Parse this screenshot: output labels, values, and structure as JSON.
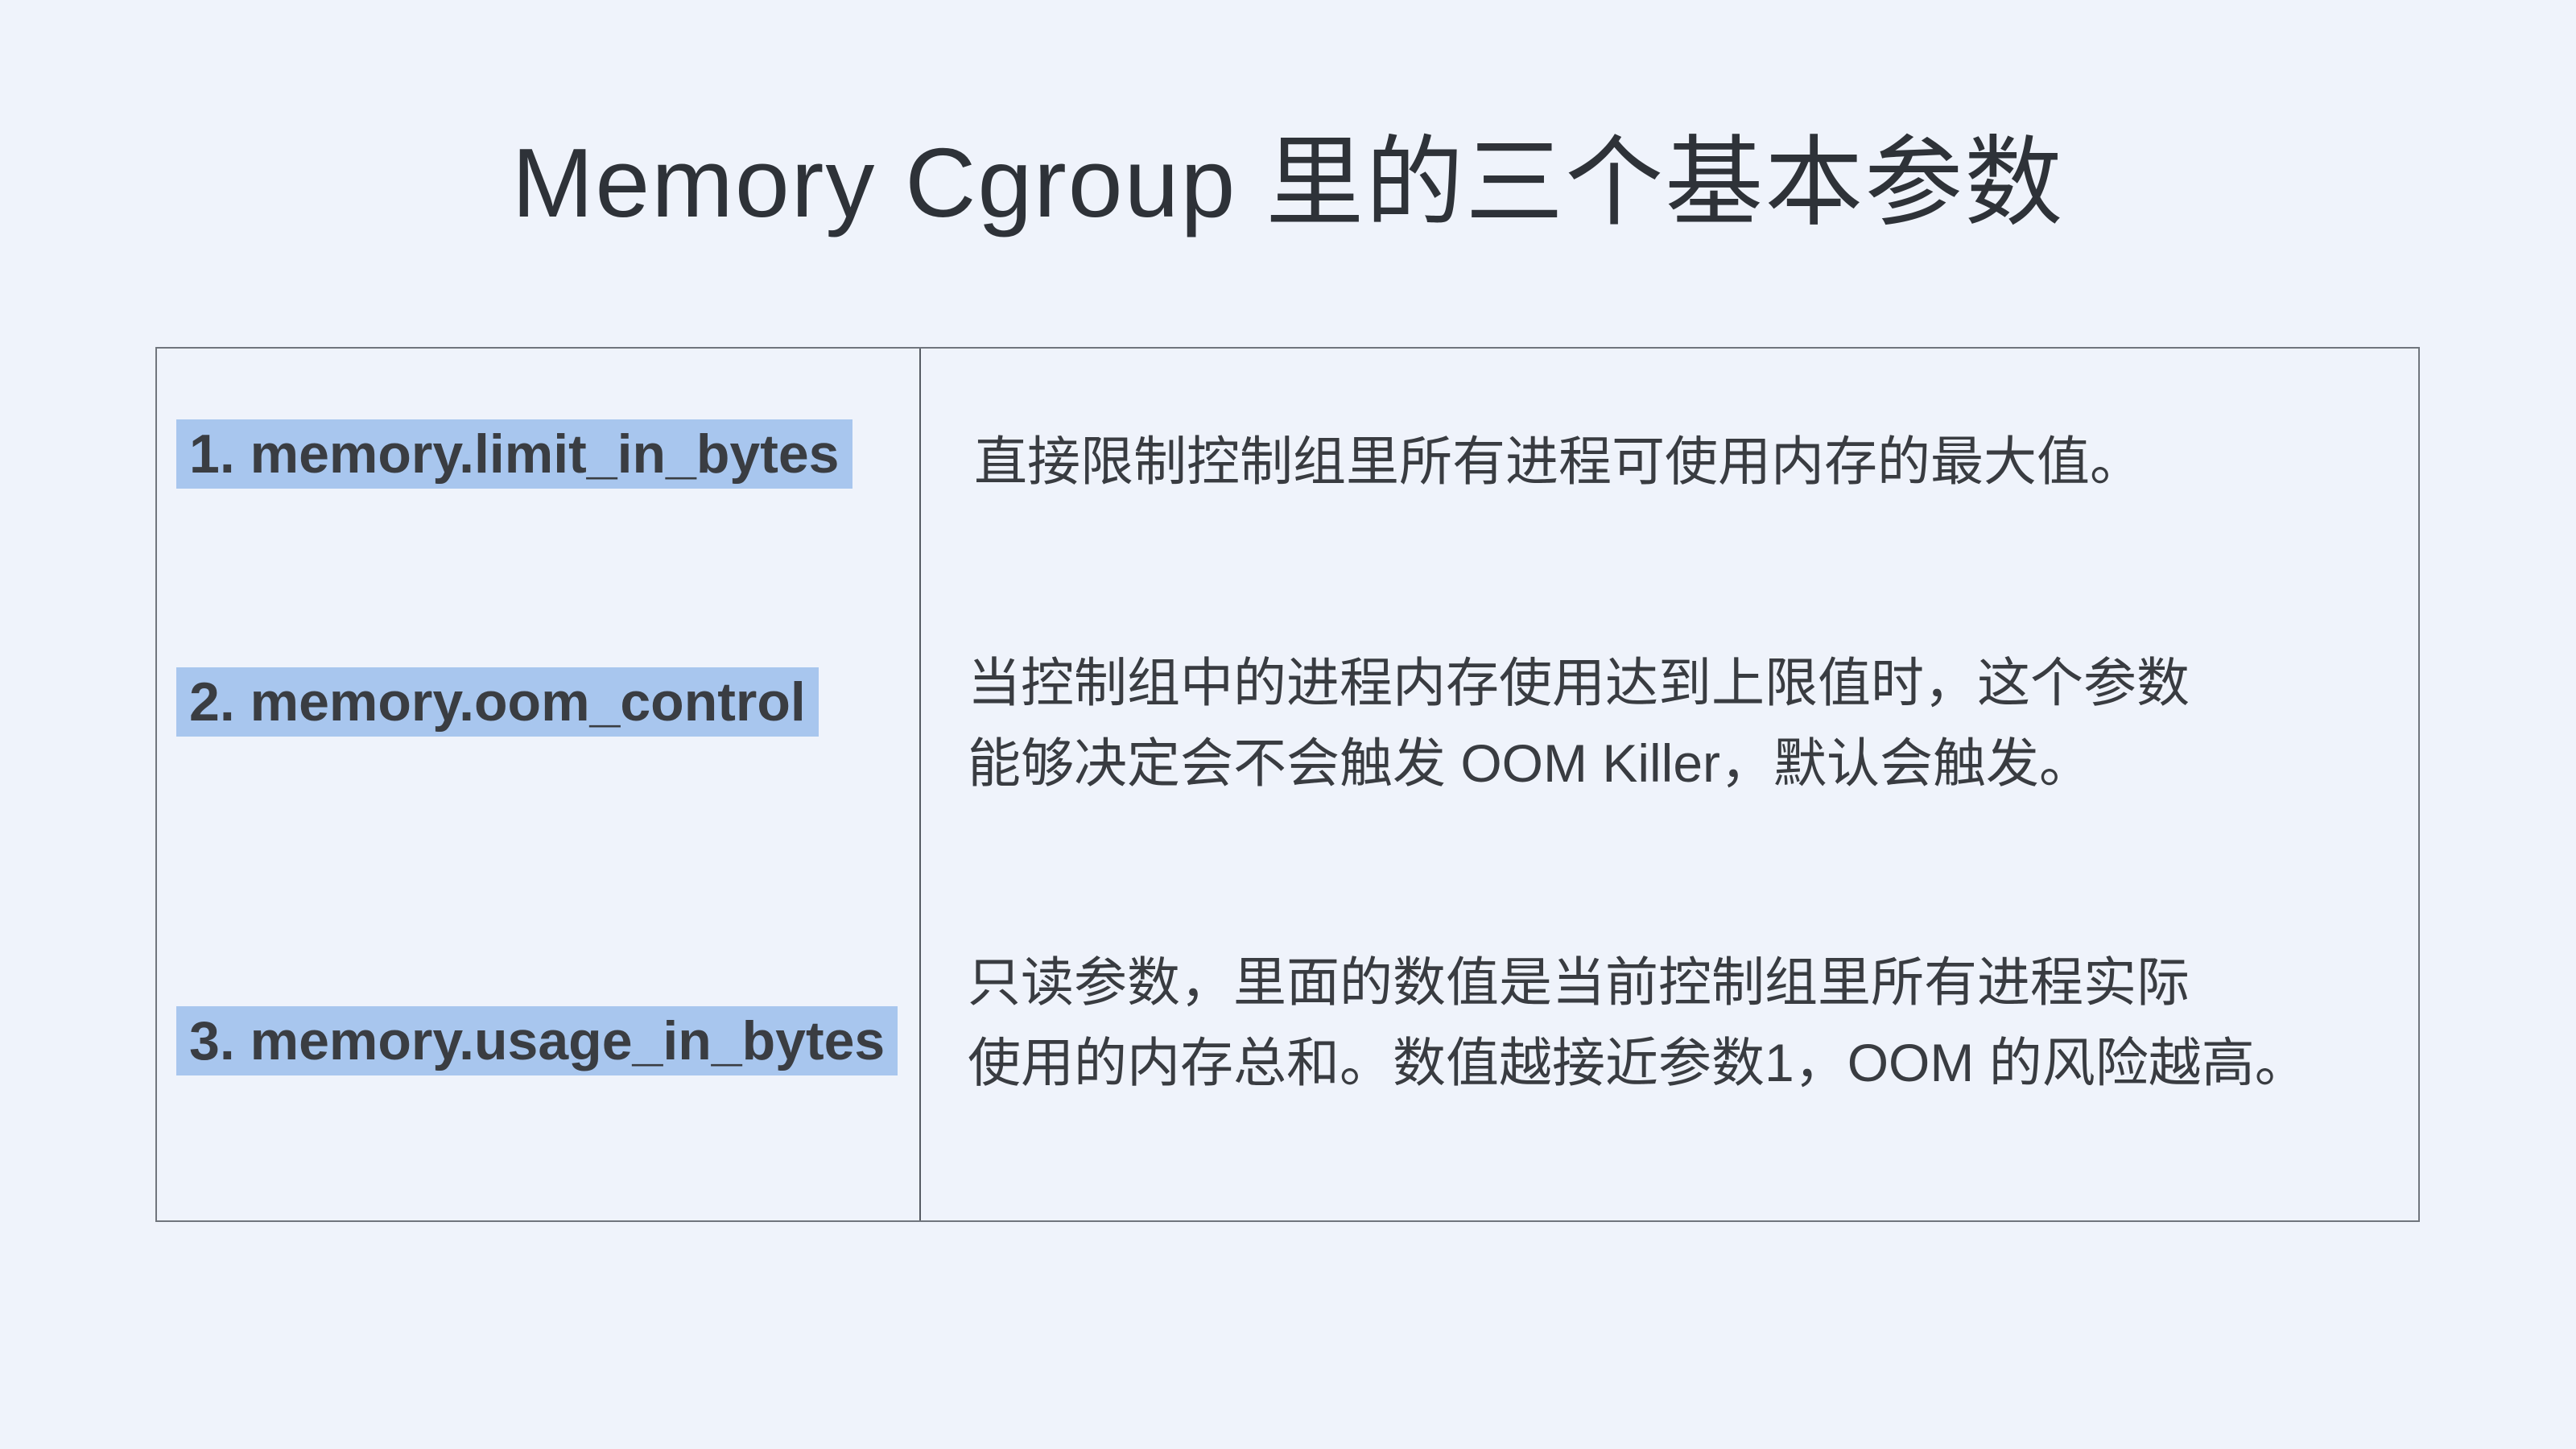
{
  "title": "Memory Cgroup 里的三个基本参数",
  "colors": {
    "background": "#eff3fb",
    "highlight": "#a8c6ee",
    "border_outer": "#70757d",
    "border_inner": "#565b63",
    "title_text": "#2e3238",
    "body_text": "#393c41"
  },
  "table": {
    "rows": [
      {
        "param": "1. memory.limit_in_bytes",
        "description": "直接限制控制组里所有进程可使用内存的最大值。",
        "description_lines": [
          "直接限制控制组里所有进程可使用内存的最大值。"
        ]
      },
      {
        "param": "2. memory.oom_control",
        "description": "当控制组中的进程内存使用达到上限值时，这个参数能够决定会不会触发 OOM Killer，默认会触发。",
        "description_lines": [
          "当控制组中的进程内存使用达到上限值时，这个参数",
          "能够决定会不会触发 OOM Killer，默认会触发。"
        ]
      },
      {
        "param": "3. memory.usage_in_bytes",
        "description": "只读参数，里面的数值是当前控制组里所有进程实际使用的内存总和。数值越接近参数1，OOM 的风险越高。",
        "description_lines": [
          "只读参数，里面的数值是当前控制组里所有进程实际",
          "使用的内存总和。数值越接近参数1，OOM 的风险越高。"
        ]
      }
    ]
  }
}
